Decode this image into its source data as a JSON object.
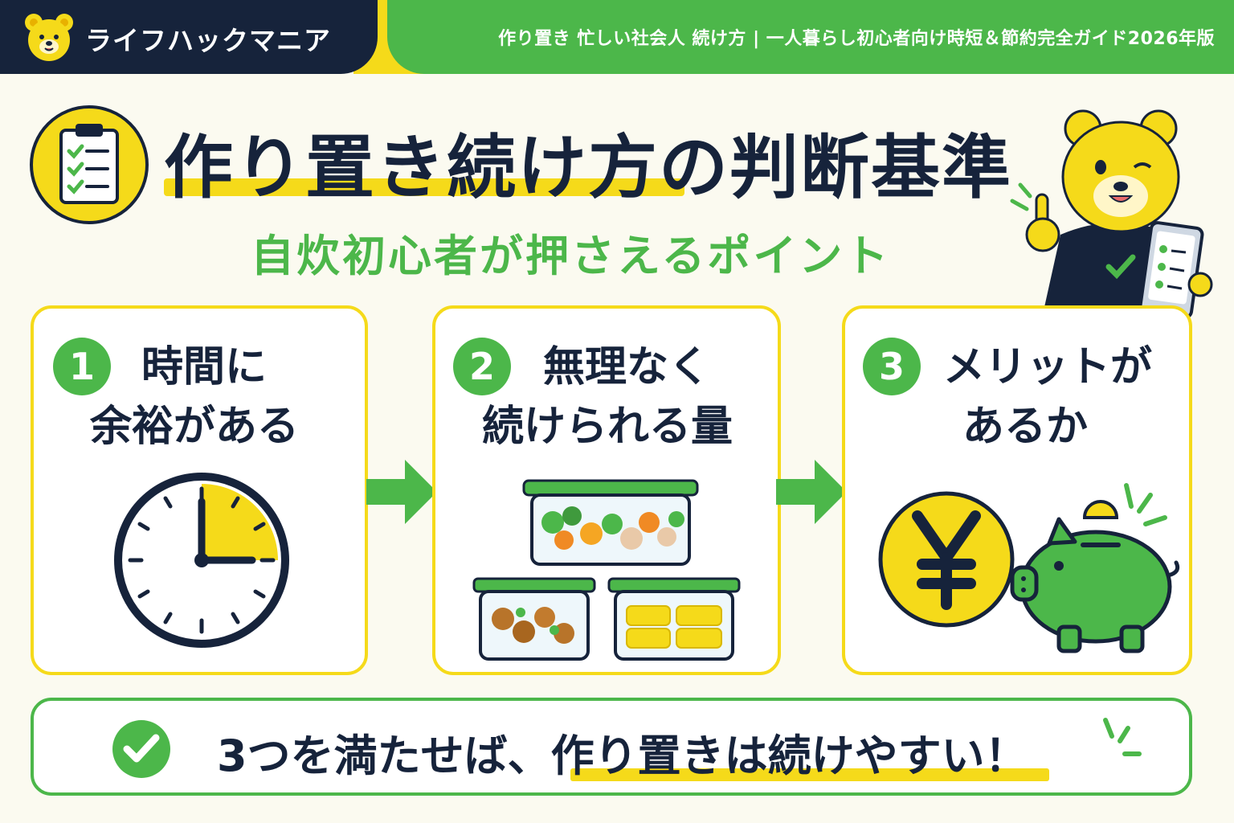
{
  "brand": {
    "name": "ライフハックマニア",
    "logo_icon": "bear-face-icon"
  },
  "header": {
    "tagline": "作り置き 忙しい社会人 続け方 | 一人暮らし初心者向け時短＆節約完全ガイド2026年版"
  },
  "title": {
    "main": "作り置き続け方の判断基準",
    "subtitle": "自炊初心者が押さえるポイント",
    "icon": "clipboard-checklist-icon"
  },
  "mascot": {
    "icon": "bear-mascot-with-tablet-icon"
  },
  "steps": [
    {
      "number": "1",
      "line1": "時間に",
      "line2": "余裕がある",
      "icon": "clock-icon"
    },
    {
      "number": "2",
      "line1": "無理なく",
      "line2": "続けられる量",
      "icon": "food-containers-icon"
    },
    {
      "number": "3",
      "line1": "メリットが",
      "line2": "あるか",
      "icon": "yen-piggy-bank-icon"
    }
  ],
  "conclusion": {
    "prefix": "3つを満たせば、",
    "highlight": "作り置きは続けやすい！",
    "icon": "check-circle-icon"
  },
  "colors": {
    "navy": "#16233b",
    "green": "#4cb74a",
    "yellow": "#f5da1a",
    "background": "#fbfaf0"
  }
}
